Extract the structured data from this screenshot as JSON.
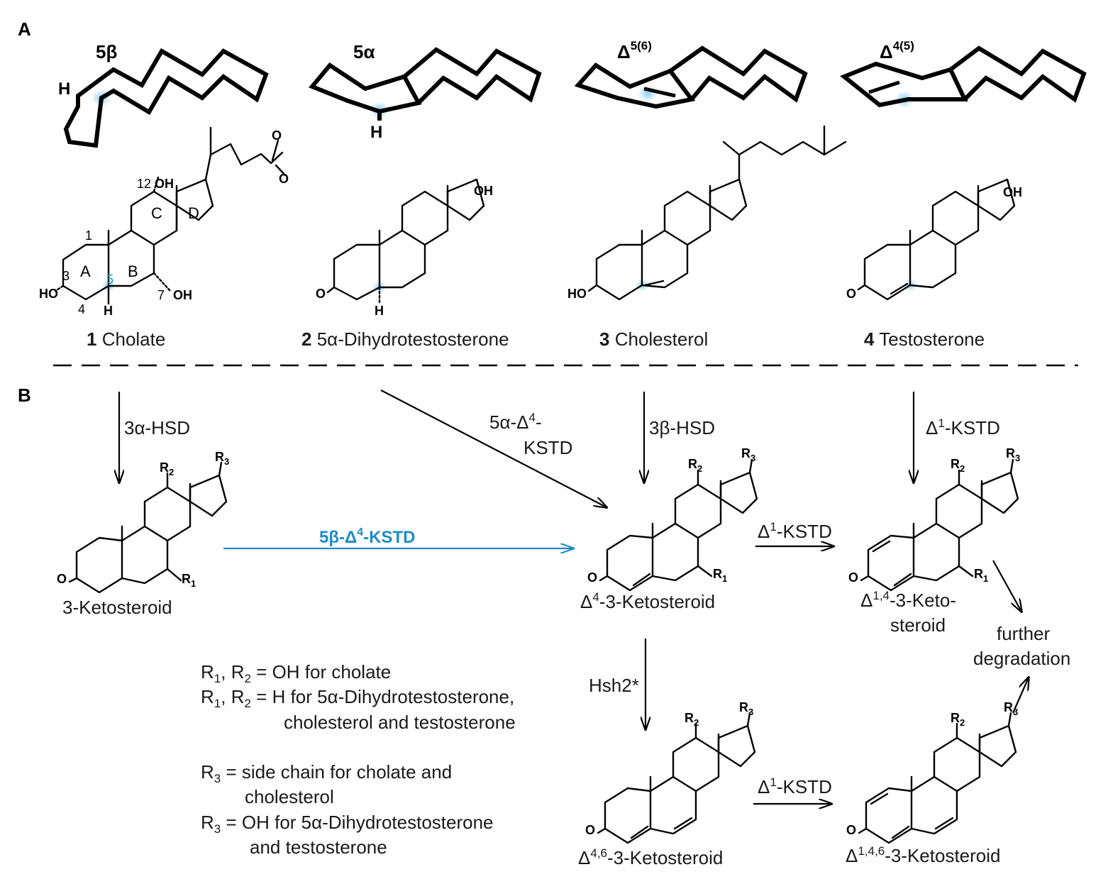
{
  "panels": {
    "a": "A",
    "b": "B"
  },
  "conformers": [
    {
      "label": "5β"
    },
    {
      "label": "5α"
    },
    {
      "label": "Δ",
      "sup": "5(6)"
    },
    {
      "label": "Δ",
      "sup": "4(5)"
    }
  ],
  "compounds": [
    {
      "num": "1",
      "name": "Cholate"
    },
    {
      "num": "2",
      "name": "5α-Dihydrotestosterone"
    },
    {
      "num": "3",
      "name": "Cholesterol"
    },
    {
      "num": "4",
      "name": "Testosterone"
    }
  ],
  "atoms": {
    "oh": "OH",
    "ho": "HO",
    "h": "H",
    "o": "O",
    "r1": "R",
    "r2": "R",
    "r3": "R",
    "s1": "1",
    "s2": "2",
    "s3": "3"
  },
  "cholate_labels": {
    "ringA": "A",
    "ringB": "B",
    "ringC": "C",
    "ringD": "D",
    "c1": "1",
    "c3": "3",
    "c4": "4",
    "c5": "5",
    "c7": "7",
    "c12": "12"
  },
  "enzymes": {
    "hsd3a": "3α-HSD",
    "kstd5a_line1": "5α-Δ",
    "kstd5a_sup": "4",
    "kstd5a_dash": "-",
    "kstd5a_line2": "KSTD",
    "hsd3b": "3β-HSD",
    "kstd1_d": "Δ",
    "kstd1_sup": "1",
    "kstd1_rest": "-KSTD",
    "kstd5b_pre": "5β-Δ",
    "kstd5b_sup": "4",
    "kstd5b_rest": "-KSTD",
    "hsh2": "Hsh2*"
  },
  "products": {
    "keto3": "3-Ketosteroid",
    "d4_d": "Δ",
    "d4_sup": "4",
    "d4_rest": "-3-Ketosteroid",
    "d14_d": "Δ",
    "d14_sup": "1,4",
    "d14_rest1": "-3-Keto-",
    "d14_rest2": "steroid",
    "d46_d": "Δ",
    "d46_sup": "4,6",
    "d46_rest": "-3-Ketosteroid",
    "d146_d": "Δ",
    "d146_sup": "1,4,6",
    "d146_rest": "-3-Ketosteroid",
    "further1": "further",
    "further2": "degradation"
  },
  "legend": [
    {
      "r": "R",
      "sub1": "1",
      "mid": ", R",
      "sub2": "2",
      "text": " = OH for cholate"
    },
    {
      "r": "R",
      "sub1": "1",
      "mid": ", R",
      "sub2": "2",
      "text": " = H for 5α-Dihydrotestosterone,"
    },
    {
      "cont": "cholesterol and testosterone"
    },
    {
      "r": "R",
      "sub1": "3",
      "text": " = side chain for cholate and"
    },
    {
      "cont": "cholesterol"
    },
    {
      "r": "R",
      "sub1": "3",
      "text": " = OH for 5α-Dihydrotestosterone"
    },
    {
      "cont": "and testosterone"
    }
  ],
  "colors": {
    "accent": "#1f8cc4",
    "highlight": "#a9d8f2",
    "line": "#000000"
  }
}
